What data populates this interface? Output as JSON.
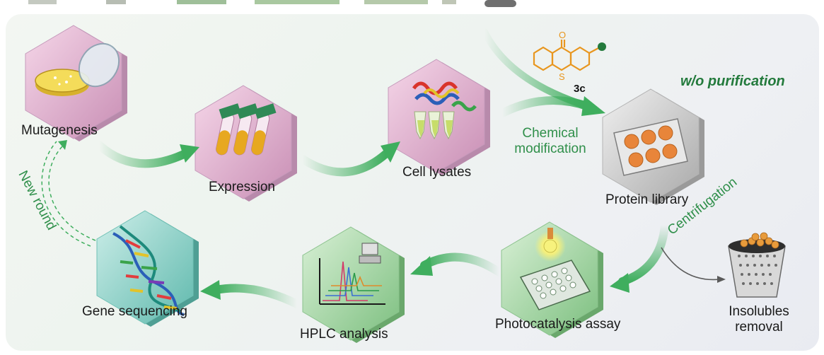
{
  "steps": {
    "mutagenesis": "Mutagenesis",
    "expression": "Expression",
    "cell_lysates": "Cell lysates",
    "chemical_modification_line1": "Chemical",
    "chemical_modification_line2": "modification",
    "protein_library": "Protein library",
    "centrifugation": "Centrifugation",
    "insolubles_line1": "Insolubles",
    "insolubles_line2": "removal",
    "photocatalysis": "Photocatalysis assay",
    "hplc": "HPLC analysis",
    "gene_sequencing": "Gene sequencing",
    "new_round": "New round"
  },
  "compound": {
    "label": "3c",
    "oxygen": "O",
    "sulfur": "S"
  },
  "note": "w/o purification",
  "colors": {
    "arrow_green": "#3fae5e",
    "text_green": "#2f8f4a",
    "pink_hex": "#e7b7d3",
    "gray_hex": "#cfcfcf",
    "green_hex": "#a9d9a9",
    "teal_hex": "#8fd6cd",
    "compound_orange": "#e8961e"
  }
}
